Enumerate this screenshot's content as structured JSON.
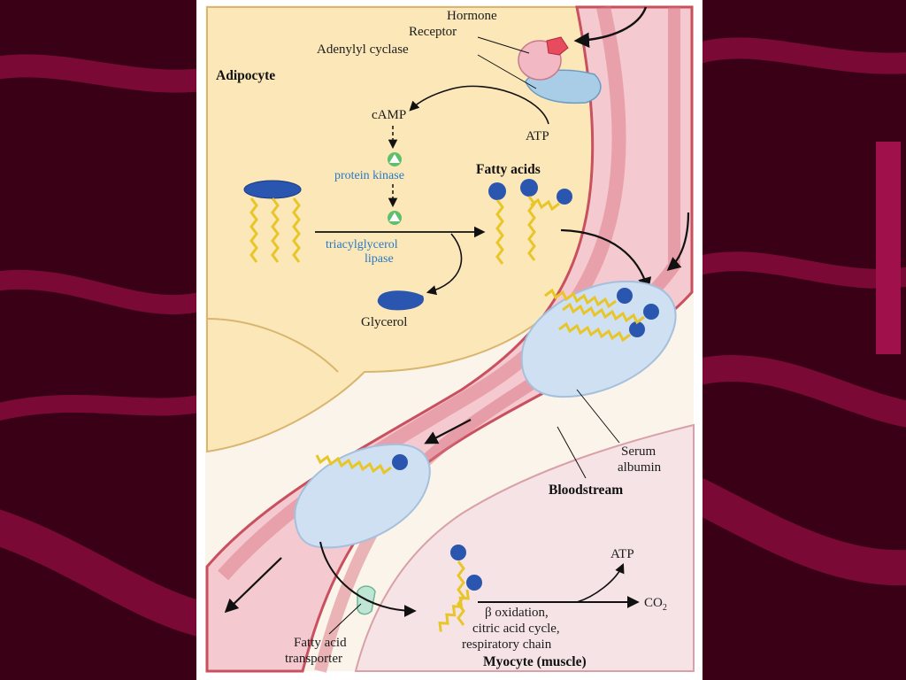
{
  "slide": {
    "background_color": "#3a0016",
    "stripe_color": "#7a0a35"
  },
  "figure": {
    "labels": {
      "hormone": "Hormone",
      "receptor": "Receptor",
      "adenylyl_cyclase": "Adenylyl cyclase",
      "adipocyte": "Adipocyte",
      "camp": "cAMP",
      "atp_top": "ATP",
      "protein_kinase": "protein kinase",
      "fatty_acids": "Fatty acids",
      "tag_lipase_line1": "triacylglycerol",
      "tag_lipase_line2": "lipase",
      "glycerol": "Glycerol",
      "serum_albumin_line1": "Serum",
      "serum_albumin_line2": "albumin",
      "bloodstream": "Bloodstream",
      "beta_oxidation_line1": "β oxidation,",
      "beta_oxidation_line2": "citric acid cycle,",
      "beta_oxidation_line3": "respiratory chain",
      "atp_bottom": "ATP",
      "co2": "CO",
      "co2_subscript": "2",
      "fatty_acid_transporter_line1": "Fatty acid",
      "fatty_acid_transporter_line2": "transporter",
      "myocyte": "Myocyte (muscle)"
    },
    "colors": {
      "adipocyte_fill": "#fbe7b8",
      "vessel_wall": "#d9717f",
      "vessel_lumen": "#f4c9cf",
      "albumin_fill": "#cfe0f2",
      "head_blue": "#2a56b0",
      "chain_yellow": "#e8c62a",
      "label_blue": "#2a78c4",
      "kinase_green": "#5fbf6a"
    }
  }
}
